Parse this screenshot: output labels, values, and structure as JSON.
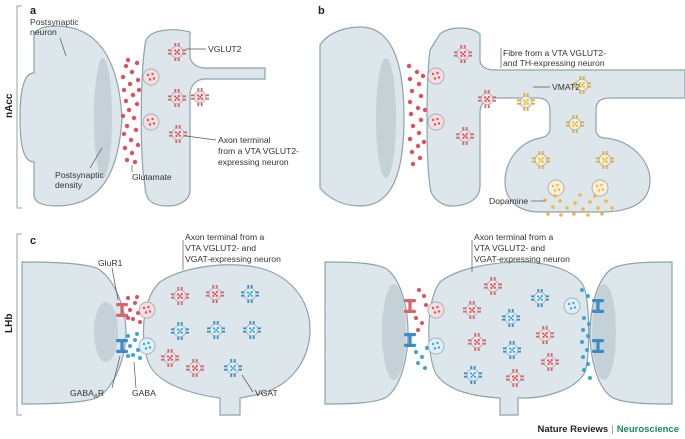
{
  "rows": {
    "nacc": "nAcc",
    "lhb": "LHb"
  },
  "panels": {
    "a": {
      "letter": "a",
      "postsynaptic_neuron": [
        "Postsynaptic",
        "neuron"
      ],
      "vglut2": "VGLUT2",
      "axon_terminal": [
        "Axon terminal",
        "from a VTA VGLUT2-",
        "expressing neuron"
      ],
      "postsynaptic_density": [
        "Postsynaptic",
        "density"
      ],
      "glutamate": "Glutamate"
    },
    "b": {
      "letter": "b",
      "fibre": [
        "Fibre from a VTA VGLUT2-",
        "and TH-expressing neuron"
      ],
      "vmat2": "VMAT2",
      "dopamine": "Dopamine"
    },
    "c": {
      "letter": "c",
      "glur1": "GluR1",
      "gabaar_main": "GABA",
      "gabaar_sub": "A",
      "gabaar_end": "R",
      "gaba": "GABA",
      "vgat": "VGAT",
      "axon_terminal_left": [
        "Axon terminal from a",
        "VTA VGLUT2- and",
        "VGAT-expressing neuron"
      ],
      "axon_terminal_right": [
        "Axon terminal from a",
        "VTA VGLUT2- and",
        "VGAT-expressing neuron"
      ]
    }
  },
  "footer": {
    "journal": "Nature Reviews",
    "separator": "|",
    "section": "Neuroscience"
  },
  "colors": {
    "membrane_fill": "#dde6ea",
    "membrane_stroke": "#8fa3ad",
    "density": "#c4d1d7",
    "glutamate": "#e0505a",
    "glutamate_vesicle_fill": "#f6dcdc",
    "vglut2": "#d9646a",
    "vmat2": "#e0ad3a",
    "dopamine": "#f0b840",
    "gaba": "#3aa5d8",
    "vgat": "#3a8cc8",
    "brand_green": "#1a8a5a"
  }
}
